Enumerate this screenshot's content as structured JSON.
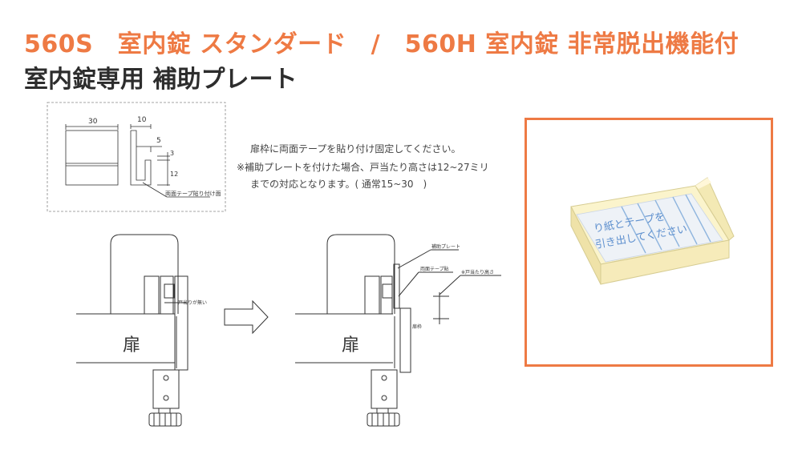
{
  "header": {
    "title_line1": "560S　室内錠 スタンダード　/　560H 室内錠 非常脱出機能付",
    "title_line2": "室内錠専用 補助プレート",
    "title_color": "#ee7a44"
  },
  "dimension_drawing": {
    "dim_width": "30",
    "dim_thickness": "10",
    "dim_5": "5",
    "dim_3": "3",
    "dim_12": "12",
    "tape_label": "両面テープ貼り付け面"
  },
  "notes": {
    "line1": "扉枠に両面テープを貼り付け固定してください。",
    "line2": "※補助プレートを付けた場合、戸当たり高さは12~27ミリ",
    "line3": "までの対応となります。( 通常15~30　)"
  },
  "diagram_left": {
    "door_label": "扉",
    "gap_label": "戸当りが無い"
  },
  "diagram_right": {
    "door_label": "扉",
    "plate_label": "補助プレート",
    "tape_label": "両面テープ貼",
    "height_label": "※戸当たり高さ",
    "frame_label": "扉枠"
  },
  "photo": {
    "print_text_line1": "り紙とテープを",
    "print_text_line2": "引き出してください"
  }
}
